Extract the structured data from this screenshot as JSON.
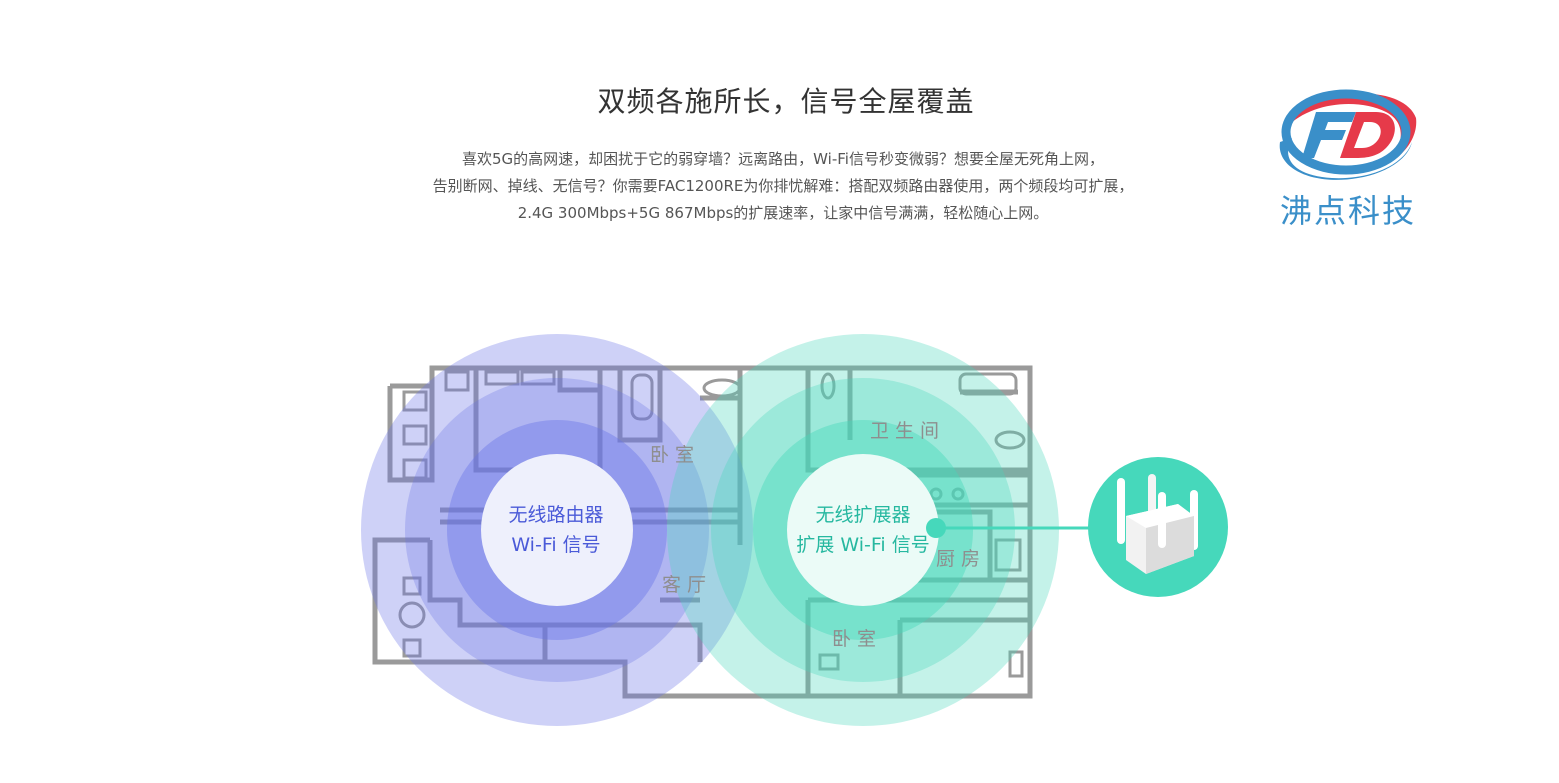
{
  "header": {
    "title": "双频各施所长，信号全屋覆盖",
    "desc_lines": [
      "喜欢5G的高网速，却困扰于它的弱穿墙？远离路由，Wi-Fi信号秒变微弱？想要全屋无死角上网，",
      "告别断网、掉线、无信号？你需要FAC1200RE为你排忧解难：搭配双频路由器使用，两个频段均可扩展，",
      "2.4G 300Mbps+5G 867Mbps的扩展速率，让家中信号满满，轻松随心上网。"
    ]
  },
  "logo": {
    "text": "沸点科技",
    "letters": "FD",
    "colors": {
      "red": "#e63a4a",
      "blue": "#3a8fc9"
    }
  },
  "diagram": {
    "router": {
      "line1": "无线路由器",
      "line2": "Wi-Fi 信号",
      "color": "#6270e6"
    },
    "extender": {
      "line1": "无线扩展器",
      "line2": "扩展 Wi-Fi 信号",
      "color": "#3fd6b8"
    },
    "rooms": {
      "bedroom_top": "卧室",
      "living_room": "客厅",
      "bathroom": "卫生间",
      "kitchen": "厨房",
      "bedroom_bottom": "卧室"
    }
  }
}
